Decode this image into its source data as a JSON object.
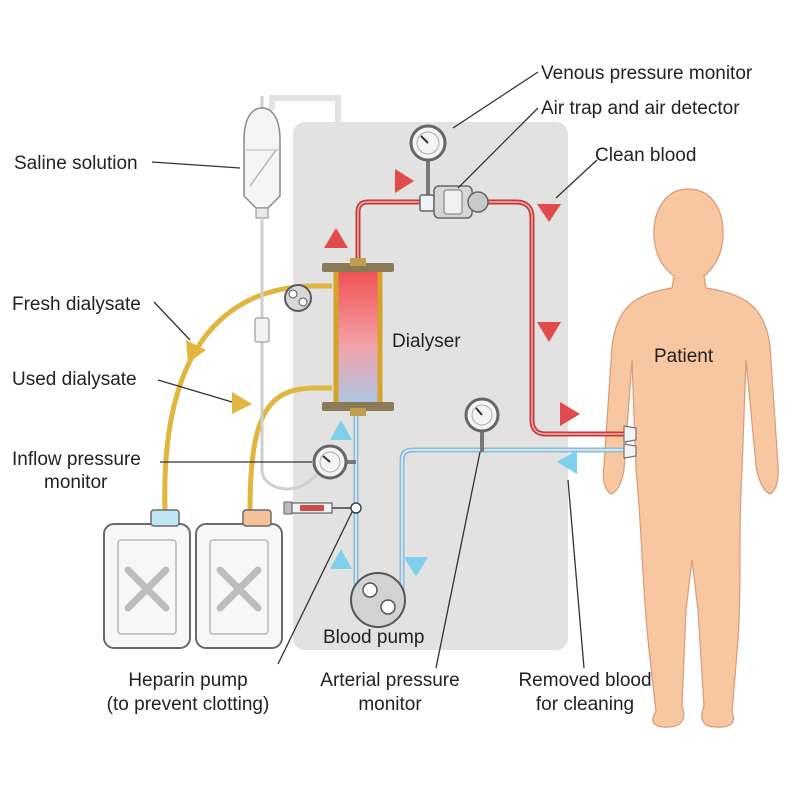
{
  "labels": {
    "venous_pressure_monitor": "Venous pressure monitor",
    "air_trap": "Air trap and air detector",
    "clean_blood": "Clean blood",
    "saline_solution": "Saline solution",
    "fresh_dialysate": "Fresh dialysate",
    "used_dialysate": "Used dialysate",
    "inflow_pressure_line1": "Inflow pressure",
    "inflow_pressure_line2": "monitor",
    "dialyser": "Dialyser",
    "patient": "Patient",
    "blood_pump": "Blood pump",
    "heparin_line1": "Heparin pump",
    "heparin_line2": "(to prevent clotting)",
    "arterial_line1": "Arterial pressure",
    "arterial_line2": "monitor",
    "removed_line1": "Removed blood",
    "removed_line2": "for cleaning"
  },
  "colors": {
    "clean_blood": "#c23a3a",
    "removed_blood": "#8fbcd4",
    "dialysate": "#e0b63f",
    "used_dialysate_cap": "#f4c09a",
    "fresh_dialysate_cap": "#bfe6f3",
    "patient_skin": "#f7c7a2",
    "machine": "#e2e2e2"
  }
}
